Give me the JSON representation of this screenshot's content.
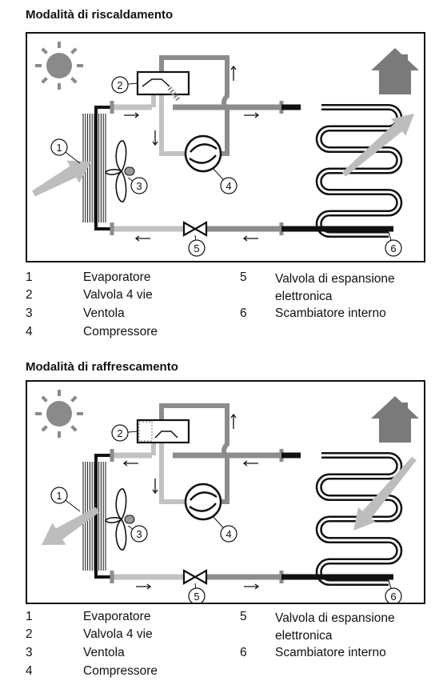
{
  "sections": [
    {
      "title": "Modalità di riscaldamento",
      "mode": "heating",
      "legend": [
        {
          "num": "1",
          "label": "Evaporatore"
        },
        {
          "num": "2",
          "label": "Valvola 4 vie"
        },
        {
          "num": "3",
          "label": "Ventola"
        },
        {
          "num": "4",
          "label": "Compressore"
        },
        {
          "num": "5",
          "label": "Valvola di espansione elettronica"
        },
        {
          "num": "6",
          "label": "Scambiatore interno"
        }
      ]
    },
    {
      "title": "Modalità di raffrescamento",
      "mode": "cooling",
      "legend": [
        {
          "num": "1",
          "label": "Evaporatore"
        },
        {
          "num": "2",
          "label": "Valvola 4 vie"
        },
        {
          "num": "3",
          "label": "Ventola"
        },
        {
          "num": "4",
          "label": "Compressore"
        },
        {
          "num": "5",
          "label": "Valvola di espansione elettronica"
        },
        {
          "num": "6",
          "label": "Scambiatore interno"
        }
      ]
    }
  ],
  "callouts": [
    "1",
    "2",
    "3",
    "4",
    "5",
    "6"
  ],
  "icons": [
    "sun-icon",
    "house-icon",
    "fan-icon",
    "compressor-icon",
    "expansion-valve-icon",
    "coil-icon",
    "airflow-arrow-icon"
  ],
  "colors": {
    "pipe_dark": "#111111",
    "pipe_mid": "#8c8c8c",
    "pipe_light": "#c2c2c2",
    "sun": "#8a8a8a",
    "house": "#7a7a7a",
    "airflow": "#bdbdbd"
  }
}
